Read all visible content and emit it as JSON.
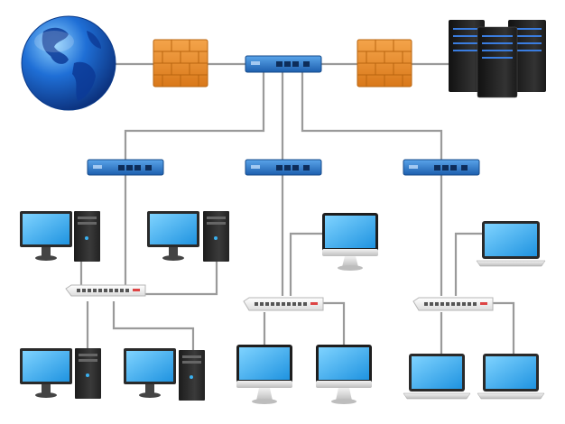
{
  "colors": {
    "background": "#ffffff",
    "cable": "#9a9a9a",
    "router_blue": "#2f7fd0",
    "firewall_orange": "#e8902a",
    "globe_blue": "#1f6fd6",
    "screen_blue": "#3ab0ef",
    "tower_dark": "#2b2b2b",
    "server_light": "#3a7de0",
    "switch_white": "#f4f4f4"
  },
  "nodes": {
    "internet": {
      "icon": "globe-icon"
    },
    "firewall_left": {
      "icon": "brick-firewall-icon"
    },
    "core_router": {
      "icon": "router-icon"
    },
    "firewall_right": {
      "icon": "brick-firewall-icon"
    },
    "servers": {
      "icon": "server-rack-icon",
      "count": 3
    },
    "distribution_routers": {
      "icon": "router-icon",
      "count": 3
    },
    "access_switches": {
      "icon": "network-switch-icon",
      "count": 3,
      "ports_each": 12
    },
    "desktop_pcs": {
      "icon": "desktop-pc-icon",
      "count": 4
    },
    "imac_monitors": {
      "icon": "monitor-icon",
      "count": 3
    },
    "laptops": {
      "icon": "laptop-icon",
      "count": 3
    }
  }
}
